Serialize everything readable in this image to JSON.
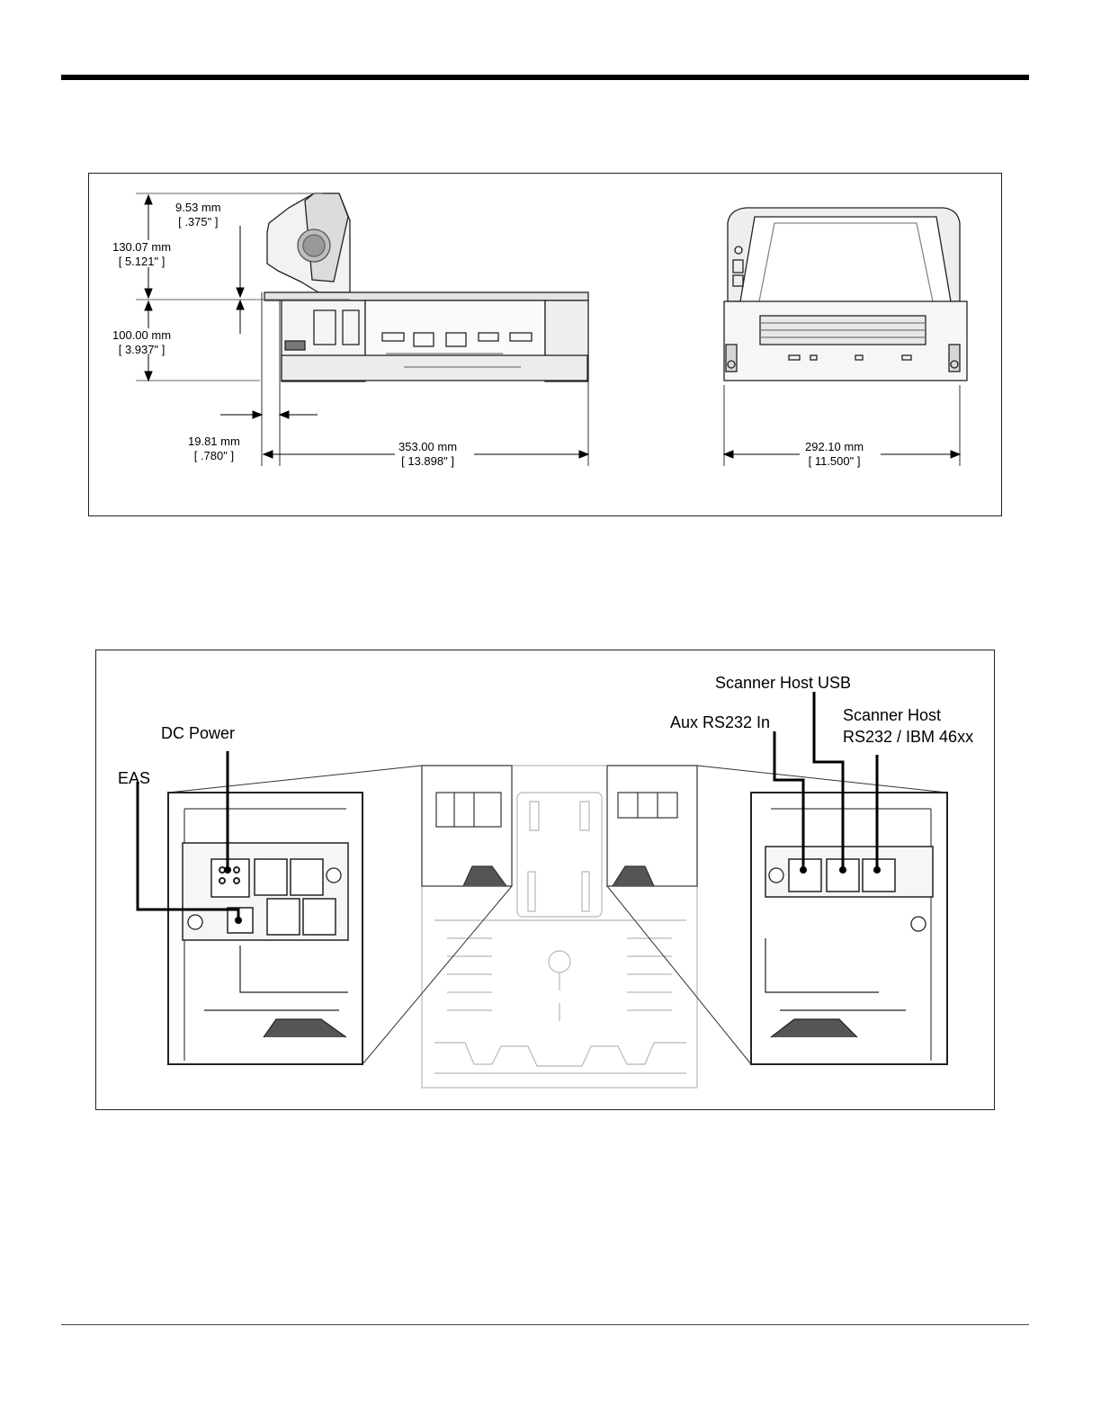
{
  "dimensions_figure": {
    "side_view": {
      "top_offset": {
        "mm": "9.53 mm",
        "inch": "[ .375\" ]"
      },
      "tower_height": {
        "mm": "130.07 mm",
        "inch": "[ 5.121\" ]"
      },
      "base_height": {
        "mm": "100.00 mm",
        "inch": "[ 3.937\" ]"
      },
      "front_offset": {
        "mm": "19.81 mm",
        "inch": "[ .780\" ]"
      },
      "length": {
        "mm": "353.00 mm",
        "inch": "[ 13.898\" ]"
      }
    },
    "front_view": {
      "width": {
        "mm": "292.10 mm",
        "inch": "[ 11.500\" ]"
      }
    }
  },
  "connectors_figure": {
    "callouts": {
      "eas": "EAS",
      "dc_power": "DC Power",
      "aux_rs232_in": "Aux RS232 In",
      "scanner_host_usb": "Scanner Host USB",
      "scanner_host_rs232_line1": "Scanner Host",
      "scanner_host_rs232_line2": "RS232 / IBM 46xx"
    }
  }
}
